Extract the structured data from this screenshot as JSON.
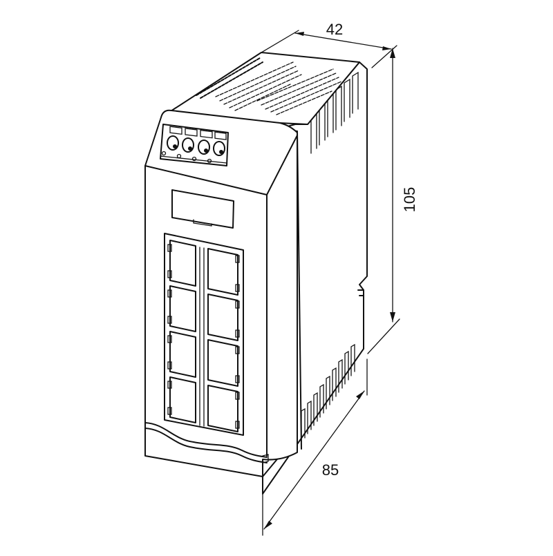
{
  "diagram": {
    "type": "technical-dimension-drawing",
    "subject": "DIN-rail mounted 8-port industrial Ethernet switch (isometric view)",
    "units": "mm",
    "colors": {
      "line": "#111111",
      "background": "#ffffff"
    },
    "dimensions": {
      "width": {
        "label": "42",
        "value": 42,
        "position": "top"
      },
      "height": {
        "label": "105",
        "value": 105,
        "position": "right"
      },
      "depth": {
        "label": "85",
        "value": 85,
        "position": "bottom-right"
      }
    },
    "front_panel": {
      "status_led_windows": 4,
      "rotary_switches": 4,
      "small_leds": 4,
      "label_window": 1,
      "rj45_ports": {
        "rows": 4,
        "columns": 2,
        "count": 8
      }
    },
    "features": [
      "top ventilation slots",
      "side cooling fins",
      "lower side ventilation fins",
      "wave-cut bottom terminal cover"
    ]
  }
}
